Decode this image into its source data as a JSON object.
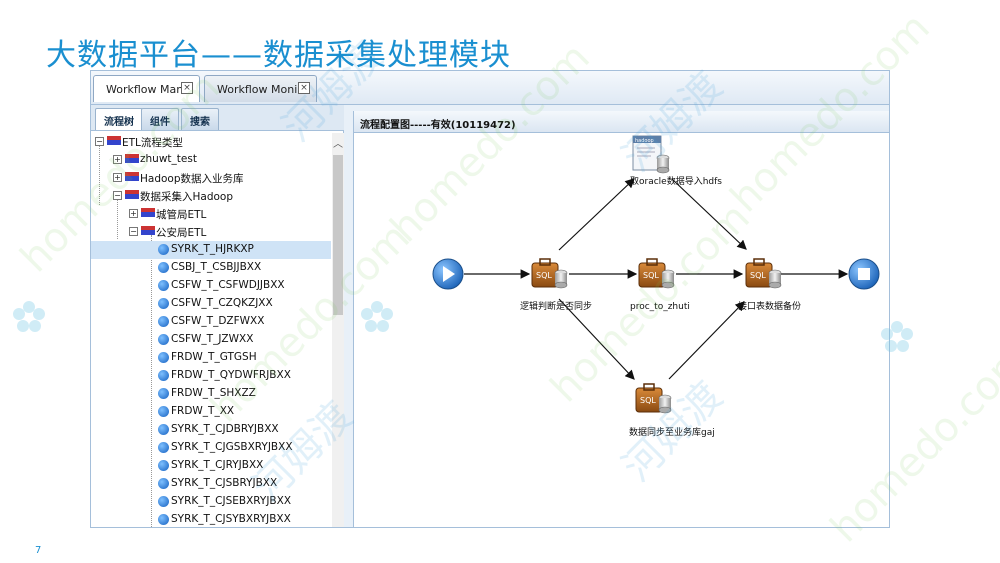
{
  "slide": {
    "title": "大数据平台——数据采集处理模块",
    "page_number": "7",
    "watermarks": [
      "homedo.com",
      "河姆渡"
    ]
  },
  "window_tabs": [
    {
      "label": "Workflow Man..",
      "close": "×",
      "active": true
    },
    {
      "label": "Workflow Moni..",
      "close": "×",
      "active": false
    }
  ],
  "left_tabs": [
    "流程树",
    "组件",
    "搜索"
  ],
  "tree": {
    "root": "ETL流程类型",
    "nodes": [
      "zhuwt_test",
      "Hadoop数据入业务库",
      "数据采集入Hadoop"
    ],
    "sub_nodes": [
      "城管局ETL",
      "公安局ETL"
    ],
    "leaves": [
      "SYRK_T_HJRKXP",
      "CSBJ_T_CSBJJBXX",
      "CSFW_T_CSFWDJJBXX",
      "CSFW_T_CZQKZJXX",
      "CSFW_T_DZFWXX",
      "CSFW_T_JZWXX",
      "FRDW_T_GTGSH",
      "FRDW_T_QYDWFRJBXX",
      "FRDW_T_SHXZZ",
      "FRDW_T_XX",
      "SYRK_T_CJDBRYJBXX",
      "SYRK_T_CJGSBXRYJBXX",
      "SYRK_T_CJRYJBXX",
      "SYRK_T_CJSBRYJBXX",
      "SYRK_T_CJSEBXRYJBXX",
      "SYRK_T_CJSYBXRYJBXX"
    ],
    "selected": "SYRK_T_HJRKXP"
  },
  "flow": {
    "header": "流程配置图-----有效(10119472)",
    "nodes": {
      "judge": "逻辑判断是否同步",
      "oracle": "取oracle数据导入hdfs",
      "proc": "proc_to_zhuti",
      "sync": "数据同步至业务库gaj",
      "backup": "接口表数据备份"
    },
    "oracle_icon_text": "hadoop"
  },
  "colors": {
    "title": "#1a8fd0",
    "start_circle": "#2f7fd0",
    "end_circle": "#2f7fd0",
    "selected_row": "#cfe3f6"
  },
  "icons": {
    "start": "play-icon",
    "end": "stop-icon",
    "task": "sql-task-icon",
    "database": "database-icon"
  }
}
